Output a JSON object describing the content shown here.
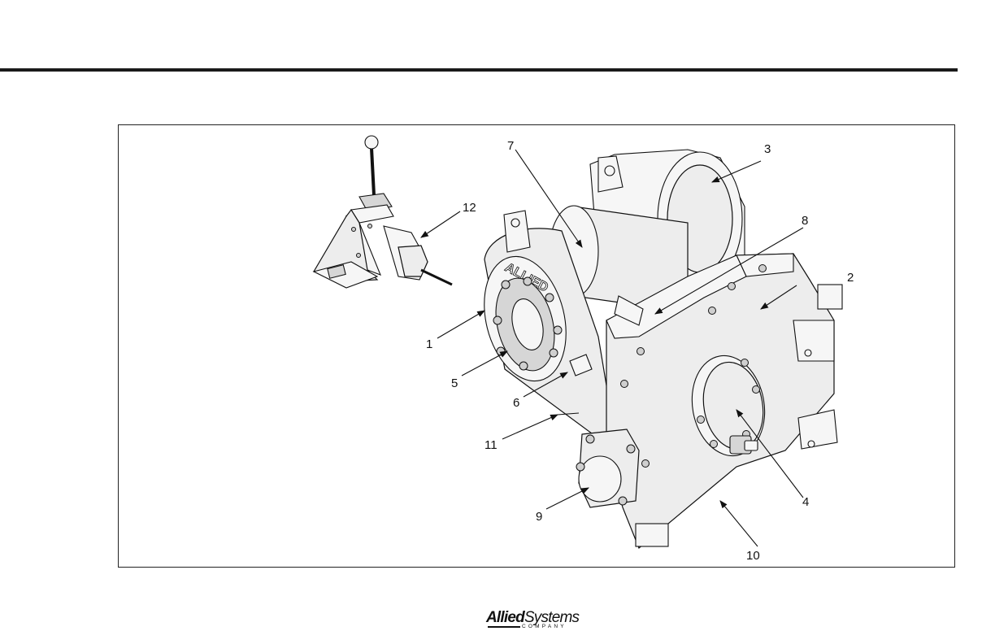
{
  "figure": {
    "callouts": [
      {
        "id": "c1",
        "label": "1"
      },
      {
        "id": "c2",
        "label": "2"
      },
      {
        "id": "c3",
        "label": "3"
      },
      {
        "id": "c4",
        "label": "4"
      },
      {
        "id": "c5",
        "label": "5"
      },
      {
        "id": "c6",
        "label": "6"
      },
      {
        "id": "c7",
        "label": "7"
      },
      {
        "id": "c8",
        "label": "8"
      },
      {
        "id": "c9",
        "label": "9"
      },
      {
        "id": "c10",
        "label": "10"
      },
      {
        "id": "c11",
        "label": "11"
      },
      {
        "id": "c12",
        "label": "12"
      }
    ],
    "casting_text": "ALLIED"
  },
  "footer": {
    "logo_text_bold": "Allied",
    "logo_text_regular": "Systems",
    "logo_subtext": "COMPANY"
  }
}
